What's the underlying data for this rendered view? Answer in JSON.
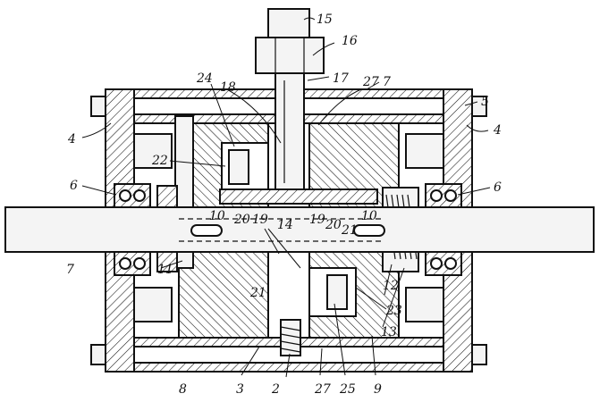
{
  "labels": {
    "l15": "15",
    "l16": "16",
    "l17": "17",
    "l27_top": "27",
    "l7_top": "7",
    "l5": "5",
    "l4_left": "4",
    "l4_right": "4",
    "l24": "24",
    "l18": "18",
    "l22": "22",
    "l6_left": "6",
    "l6_right": "6",
    "l10_left": "10",
    "l10_right": "10",
    "l20_left": "20",
    "l19_left": "19",
    "l19_right": "19",
    "l20_right": "20",
    "l21_right": "21",
    "l14": "14",
    "l7_left": "7",
    "l11": "11",
    "l21_mid": "21",
    "l12": "12",
    "l23": "23",
    "l13": "13",
    "l8": "8",
    "l3": "3",
    "l2": "2",
    "l27_bottom": "27",
    "l25": "25",
    "l9": "9"
  }
}
